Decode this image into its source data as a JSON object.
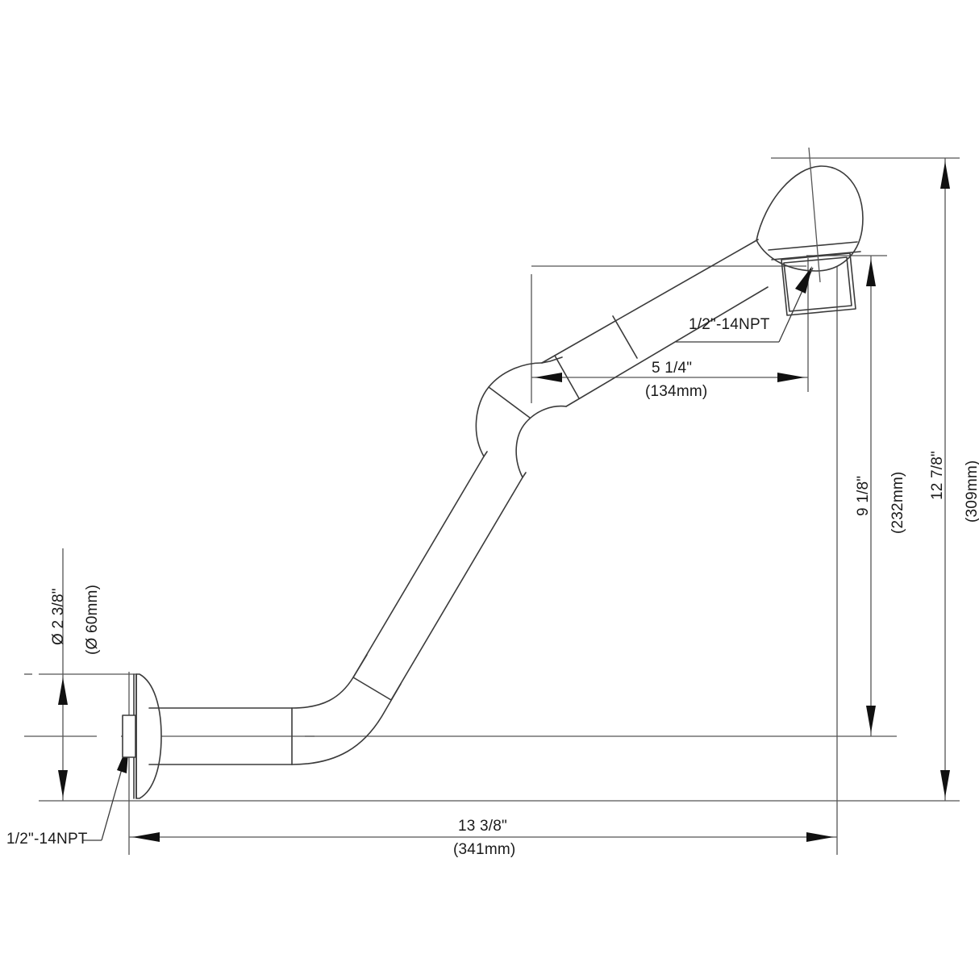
{
  "drawing": {
    "title": "Wall-mounted gooseneck spout dimensional drawing",
    "line_color": "#3b3b3b",
    "dim_color": "#555555",
    "text_color": "#1a1a1a",
    "background": "#ffffff"
  },
  "annotations": {
    "outlet_thread": "1/2\"-14NPT",
    "inlet_thread": "1/2\"-14NPT"
  },
  "dimensions": {
    "reach": {
      "imperial": "5 1/4\"",
      "metric": "(134mm)"
    },
    "spout_height": {
      "imperial": "9 1/8\"",
      "metric": "(232mm)"
    },
    "overall_height": {
      "imperial": "12 7/8\"",
      "metric": "(309mm)"
    },
    "overall_length": {
      "imperial": "13 3/8\"",
      "metric": "(341mm)"
    },
    "flange_diameter": {
      "imperial": "Ø 2 3/8\"",
      "metric": "(Ø 60mm)"
    }
  }
}
